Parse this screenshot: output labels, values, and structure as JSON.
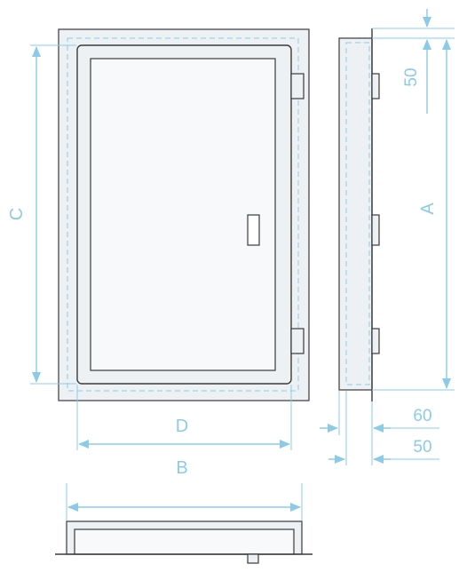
{
  "diagram": {
    "labels": {
      "A": "A",
      "B": "B",
      "C": "C",
      "D": "D",
      "dim_50_top": "50",
      "dim_60": "60",
      "dim_50_bottom": "50"
    },
    "colors": {
      "dimension": "#8ccbe8",
      "outline": "#3a3a3a",
      "panel_fill": "#eef1f4",
      "door_fill": "#f7f9fb",
      "background": "#ffffff"
    }
  }
}
